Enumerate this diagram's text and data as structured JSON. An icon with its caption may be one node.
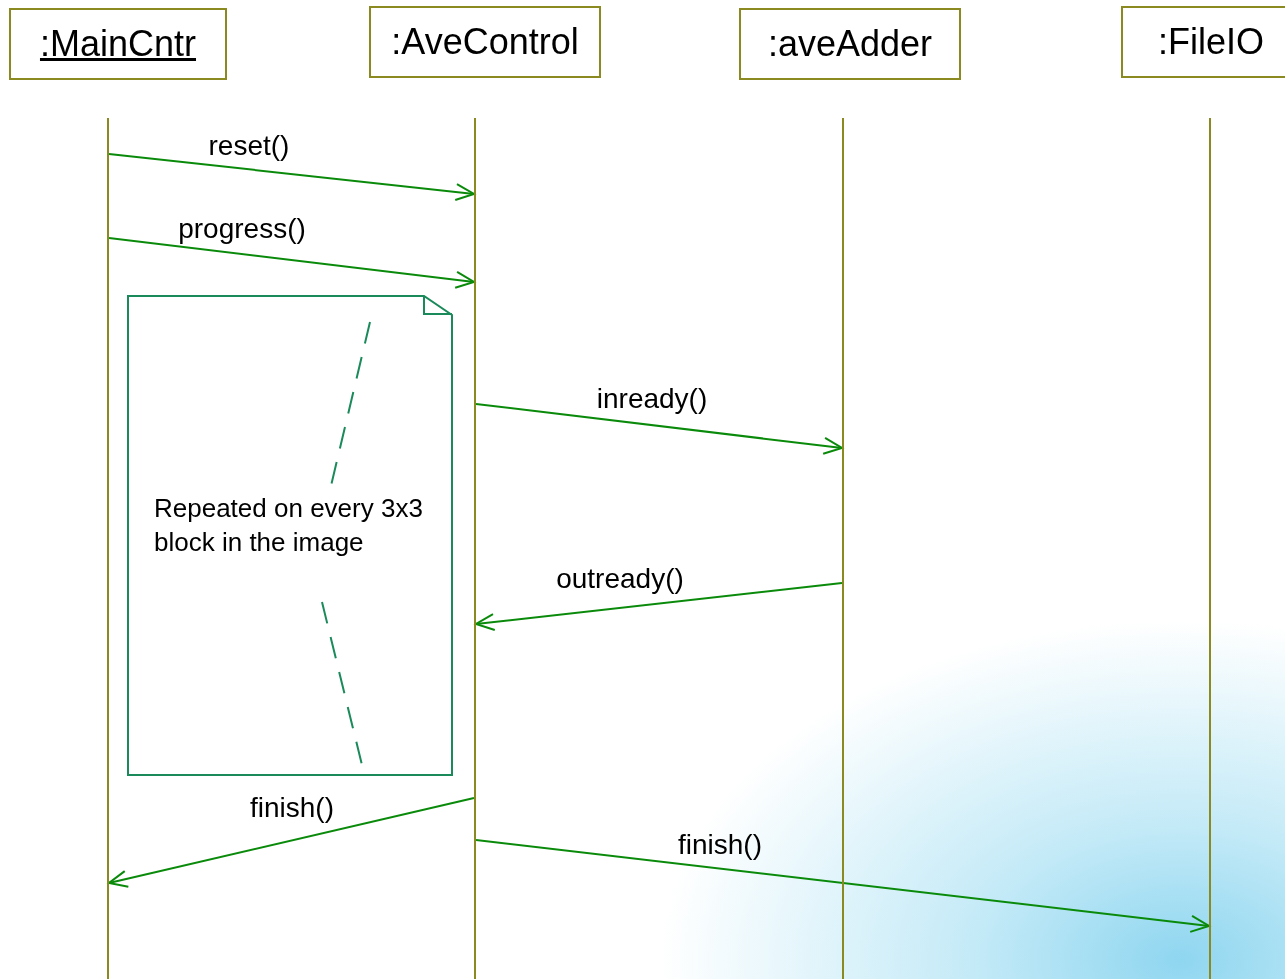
{
  "diagram": {
    "nodes": [
      {
        "text": [
          ":MainCntr"
        ]
      },
      {
        "text": [
          ":AveControl"
        ]
      },
      {
        "text": [
          ":aveAdder"
        ]
      },
      {
        "text": [
          ":FileIO"
        ]
      },
      {
        "text": [],
        "shape": "line"
      },
      {
        "text": [],
        "shape": "line"
      },
      {
        "text": [],
        "shape": "line"
      },
      {
        "text": [],
        "shape": "line"
      },
      {
        "text": [
          "Repeated on every 3x3 block in the image"
        ]
      }
    ],
    "edges": [
      {
        "from": 4,
        "to": 5,
        "arrow": "to",
        "label": "reset()"
      },
      {
        "from": 4,
        "to": 5,
        "arrow": "to",
        "label": "progress()"
      },
      {
        "from": 5,
        "to": 6,
        "arrow": "to",
        "label": "inready()"
      },
      {
        "from": 6,
        "to": 5,
        "arrow": "to",
        "label": "outready()"
      },
      {
        "from": 5,
        "to": 4,
        "arrow": "to",
        "label": "finish()"
      },
      {
        "from": 5,
        "to": 7,
        "arrow": "to",
        "label": "finish()"
      }
    ]
  }
}
